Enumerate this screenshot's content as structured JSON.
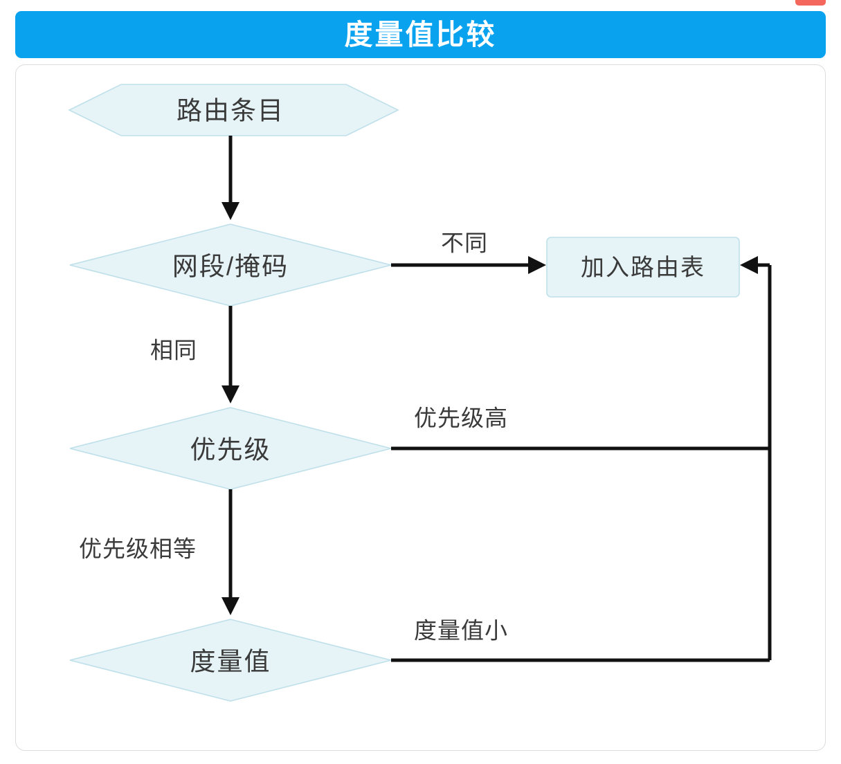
{
  "header": {
    "title": "度量值比较",
    "banner_color": "#08a2ef",
    "title_color": "#ffffff",
    "badge": {
      "name": "notification-badge",
      "color": "#f4675c"
    }
  },
  "card": {
    "border_color": "#dcdcdc",
    "background": "#ffffff"
  },
  "flowchart": {
    "node_fill": "#e7f4f7",
    "node_stroke": "#bfe0ea",
    "edge_color": "#111111",
    "nodes": [
      {
        "id": "route-entry",
        "shape": "hexagon",
        "label": "路由条目"
      },
      {
        "id": "network-mask",
        "shape": "diamond",
        "label": "网段/掩码"
      },
      {
        "id": "add-routing-table",
        "shape": "rounded-rect",
        "label": "加入路由表"
      },
      {
        "id": "priority",
        "shape": "diamond",
        "label": "优先级"
      },
      {
        "id": "metric",
        "shape": "diamond",
        "label": "度量值"
      }
    ],
    "edges": [
      {
        "id": "entry-to-mask",
        "from": "route-entry",
        "to": "network-mask",
        "label": ""
      },
      {
        "id": "mask-different",
        "from": "network-mask",
        "to": "add-routing-table",
        "label": "不同"
      },
      {
        "id": "mask-same",
        "from": "network-mask",
        "to": "priority",
        "label": "相同"
      },
      {
        "id": "priority-higher",
        "from": "priority",
        "to": "add-routing-table",
        "label": "优先级高"
      },
      {
        "id": "priority-equal",
        "from": "priority",
        "to": "metric",
        "label": "优先级相等"
      },
      {
        "id": "metric-smaller",
        "from": "metric",
        "to": "add-routing-table",
        "label": "度量值小"
      }
    ]
  }
}
